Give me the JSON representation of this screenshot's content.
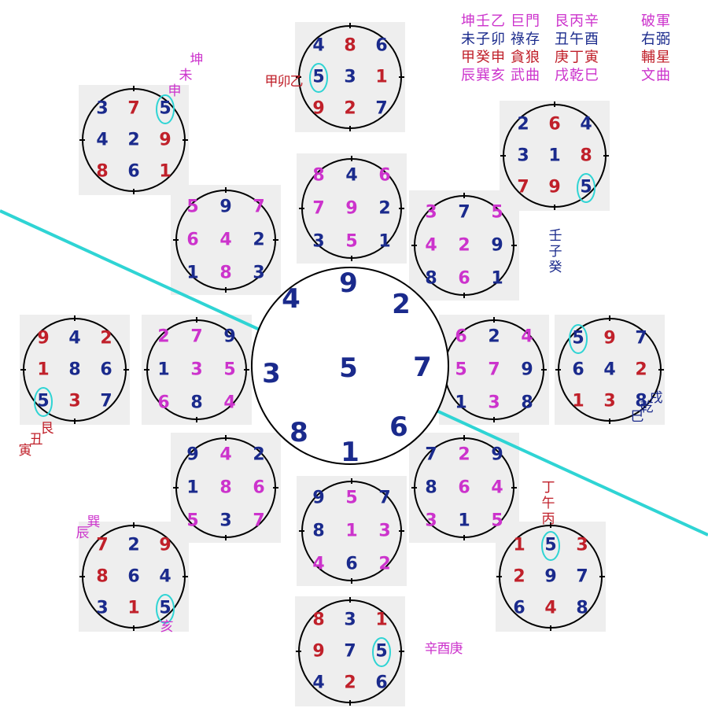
{
  "colors": {
    "red": "#c0202a",
    "blue": "#1a2a8c",
    "magenta": "#cc33cc",
    "cyan": "#2fd4d4",
    "panel": "#eeeeee"
  },
  "legend_rows": [
    {
      "trigrams": "坤壬乙",
      "star": "巨門",
      "trigrams2": "艮丙辛",
      "star2": "破軍",
      "color": "magenta"
    },
    {
      "trigrams": "未子卯",
      "star": "祿存",
      "trigrams2": "丑午酉",
      "star2": "右弼",
      "color": "blue"
    },
    {
      "trigrams": "甲癸申",
      "star": "貪狼",
      "trigrams2": "庚丁寅",
      "star2": "輔星",
      "color": "red"
    },
    {
      "trigrams": "辰巽亥",
      "star": "武曲",
      "trigrams2": "戌乾巳",
      "star2": "文曲",
      "color": "magenta"
    }
  ],
  "center": {
    "digits": [
      {
        "v": "4",
        "pos": "nw",
        "c": "blue"
      },
      {
        "v": "9",
        "pos": "n",
        "c": "blue"
      },
      {
        "v": "2",
        "pos": "ne",
        "c": "blue"
      },
      {
        "v": "3",
        "pos": "w",
        "c": "blue"
      },
      {
        "v": "5",
        "pos": "c",
        "c": "blue"
      },
      {
        "v": "7",
        "pos": "e",
        "c": "blue"
      },
      {
        "v": "8",
        "pos": "sw",
        "c": "blue"
      },
      {
        "v": "1",
        "pos": "s",
        "c": "blue"
      },
      {
        "v": "6",
        "pos": "se",
        "c": "blue"
      }
    ]
  },
  "inner_charts": [
    {
      "id": "inner-n",
      "digits": [
        [
          "8",
          "magenta"
        ],
        [
          "4",
          "blue"
        ],
        [
          "6",
          "magenta"
        ],
        [
          "7",
          "magenta"
        ],
        [
          "9",
          "magenta"
        ],
        [
          "2",
          "blue"
        ],
        [
          "3",
          "blue"
        ],
        [
          "5",
          "magenta"
        ],
        [
          "1",
          "blue"
        ]
      ]
    },
    {
      "id": "inner-ne",
      "digits": [
        [
          "3",
          "magenta"
        ],
        [
          "7",
          "blue"
        ],
        [
          "5",
          "magenta"
        ],
        [
          "4",
          "magenta"
        ],
        [
          "2",
          "magenta"
        ],
        [
          "9",
          "blue"
        ],
        [
          "8",
          "blue"
        ],
        [
          "6",
          "magenta"
        ],
        [
          "1",
          "blue"
        ]
      ]
    },
    {
      "id": "inner-e",
      "digits": [
        [
          "6",
          "magenta"
        ],
        [
          "2",
          "blue"
        ],
        [
          "4",
          "magenta"
        ],
        [
          "5",
          "magenta"
        ],
        [
          "7",
          "magenta"
        ],
        [
          "9",
          "blue"
        ],
        [
          "1",
          "blue"
        ],
        [
          "3",
          "magenta"
        ],
        [
          "8",
          "blue"
        ]
      ]
    },
    {
      "id": "inner-se",
      "digits": [
        [
          "7",
          "blue"
        ],
        [
          "2",
          "magenta"
        ],
        [
          "9",
          "blue"
        ],
        [
          "8",
          "blue"
        ],
        [
          "6",
          "magenta"
        ],
        [
          "4",
          "magenta"
        ],
        [
          "3",
          "magenta"
        ],
        [
          "1",
          "blue"
        ],
        [
          "5",
          "magenta"
        ]
      ]
    },
    {
      "id": "inner-s",
      "digits": [
        [
          "9",
          "blue"
        ],
        [
          "5",
          "magenta"
        ],
        [
          "7",
          "blue"
        ],
        [
          "8",
          "blue"
        ],
        [
          "1",
          "magenta"
        ],
        [
          "3",
          "magenta"
        ],
        [
          "4",
          "magenta"
        ],
        [
          "6",
          "blue"
        ],
        [
          "2",
          "magenta"
        ]
      ]
    },
    {
      "id": "inner-sw",
      "digits": [
        [
          "9",
          "blue"
        ],
        [
          "4",
          "magenta"
        ],
        [
          "2",
          "blue"
        ],
        [
          "1",
          "blue"
        ],
        [
          "8",
          "magenta"
        ],
        [
          "6",
          "magenta"
        ],
        [
          "5",
          "magenta"
        ],
        [
          "3",
          "blue"
        ],
        [
          "7",
          "magenta"
        ]
      ]
    },
    {
      "id": "inner-w",
      "digits": [
        [
          "2",
          "magenta"
        ],
        [
          "7",
          "magenta"
        ],
        [
          "9",
          "blue"
        ],
        [
          "1",
          "blue"
        ],
        [
          "3",
          "magenta"
        ],
        [
          "5",
          "magenta"
        ],
        [
          "6",
          "magenta"
        ],
        [
          "8",
          "blue"
        ],
        [
          "4",
          "magenta"
        ]
      ]
    },
    {
      "id": "inner-nw",
      "digits": [
        [
          "5",
          "magenta"
        ],
        [
          "9",
          "blue"
        ],
        [
          "7",
          "magenta"
        ],
        [
          "6",
          "magenta"
        ],
        [
          "4",
          "magenta"
        ],
        [
          "2",
          "blue"
        ],
        [
          "1",
          "blue"
        ],
        [
          "8",
          "magenta"
        ],
        [
          "3",
          "blue"
        ]
      ]
    }
  ],
  "outer_charts": [
    {
      "id": "outer-n",
      "digits": [
        [
          "4",
          "blue"
        ],
        [
          "8",
          "red"
        ],
        [
          "6",
          "blue"
        ],
        [
          "5",
          "blue"
        ],
        [
          "3",
          "blue"
        ],
        [
          "1",
          "red"
        ],
        [
          "9",
          "red"
        ],
        [
          "2",
          "red"
        ],
        [
          "7",
          "blue"
        ]
      ],
      "five_index": 3,
      "label": {
        "text": "甲卯乙",
        "color": "red"
      }
    },
    {
      "id": "outer-ne",
      "digits": [
        [
          "2",
          "blue"
        ],
        [
          "6",
          "red"
        ],
        [
          "4",
          "blue"
        ],
        [
          "3",
          "blue"
        ],
        [
          "1",
          "blue"
        ],
        [
          "8",
          "red"
        ],
        [
          "7",
          "red"
        ],
        [
          "9",
          "red"
        ],
        [
          "5",
          "blue"
        ]
      ],
      "five_index": 8,
      "label": {
        "text": "壬子癸",
        "color": "blue"
      }
    },
    {
      "id": "outer-e",
      "digits": [
        [
          "5",
          "blue"
        ],
        [
          "9",
          "red"
        ],
        [
          "7",
          "blue"
        ],
        [
          "6",
          "blue"
        ],
        [
          "4",
          "blue"
        ],
        [
          "2",
          "red"
        ],
        [
          "1",
          "red"
        ],
        [
          "3",
          "red"
        ],
        [
          "8",
          "blue"
        ]
      ],
      "five_index": 0,
      "label": {
        "text": "巳乾戌",
        "color": "blue"
      }
    },
    {
      "id": "outer-se",
      "digits": [
        [
          "1",
          "red"
        ],
        [
          "5",
          "blue"
        ],
        [
          "3",
          "red"
        ],
        [
          "2",
          "red"
        ],
        [
          "9",
          "blue"
        ],
        [
          "7",
          "blue"
        ],
        [
          "6",
          "blue"
        ],
        [
          "4",
          "red"
        ],
        [
          "8",
          "blue"
        ]
      ],
      "five_index": 1,
      "label": {
        "text": "丁午丙",
        "color": "red"
      }
    },
    {
      "id": "outer-s",
      "digits": [
        [
          "8",
          "red"
        ],
        [
          "3",
          "blue"
        ],
        [
          "1",
          "red"
        ],
        [
          "9",
          "red"
        ],
        [
          "7",
          "blue"
        ],
        [
          "5",
          "blue"
        ],
        [
          "4",
          "blue"
        ],
        [
          "2",
          "red"
        ],
        [
          "6",
          "blue"
        ]
      ],
      "five_index": 5,
      "label": {
        "text": "辛酉庚",
        "color": "magenta"
      }
    },
    {
      "id": "outer-sw",
      "digits": [
        [
          "7",
          "red"
        ],
        [
          "2",
          "blue"
        ],
        [
          "9",
          "red"
        ],
        [
          "8",
          "red"
        ],
        [
          "6",
          "blue"
        ],
        [
          "4",
          "blue"
        ],
        [
          "3",
          "blue"
        ],
        [
          "1",
          "red"
        ],
        [
          "5",
          "blue"
        ]
      ],
      "five_index": 8,
      "label": {
        "text": "辰巽亥",
        "color": "magenta"
      }
    },
    {
      "id": "outer-w",
      "digits": [
        [
          "9",
          "red"
        ],
        [
          "4",
          "blue"
        ],
        [
          "2",
          "red"
        ],
        [
          "1",
          "red"
        ],
        [
          "8",
          "blue"
        ],
        [
          "6",
          "blue"
        ],
        [
          "5",
          "blue"
        ],
        [
          "3",
          "red"
        ],
        [
          "7",
          "blue"
        ]
      ],
      "five_index": 6,
      "label": {
        "text": "艮丑寅",
        "color": "red"
      }
    },
    {
      "id": "outer-nw",
      "digits": [
        [
          "3",
          "blue"
        ],
        [
          "7",
          "red"
        ],
        [
          "5",
          "blue"
        ],
        [
          "4",
          "blue"
        ],
        [
          "2",
          "blue"
        ],
        [
          "9",
          "red"
        ],
        [
          "8",
          "red"
        ],
        [
          "6",
          "blue"
        ],
        [
          "1",
          "red"
        ]
      ],
      "five_index": 2,
      "label": {
        "text": "坤未申",
        "color": "magenta"
      }
    }
  ]
}
